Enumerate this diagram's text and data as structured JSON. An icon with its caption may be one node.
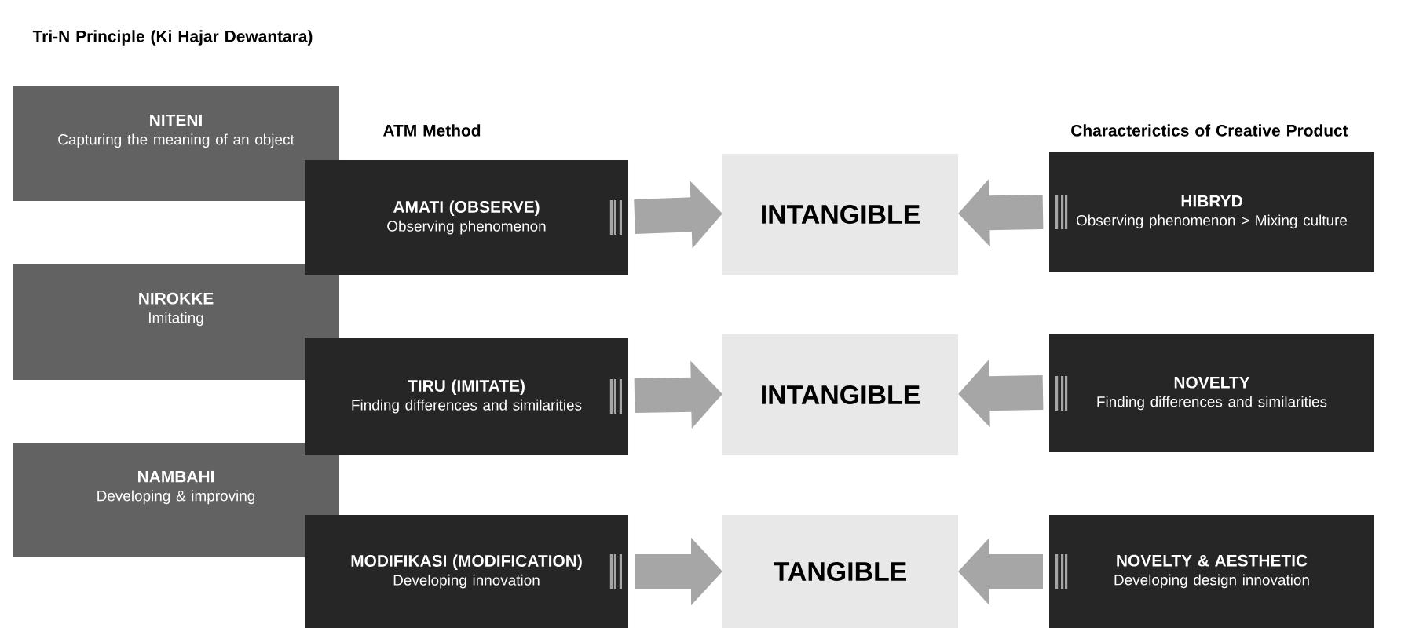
{
  "diagram": {
    "nodes": [
      {
        "text": [
          "NITENI",
          "Capturing the meaning of an object"
        ]
      },
      {
        "text": [
          "AMATI (OBSERVE)",
          "Observing phenomenon"
        ]
      },
      {
        "text": [
          "INTANGIBLE"
        ]
      },
      {
        "text": [
          "HIBRYD",
          "Observing phenomenon > Mixing culture"
        ]
      },
      {
        "text": [
          "NIROKKE",
          "Imitating"
        ]
      },
      {
        "text": [
          "TIRU (IMITATE)",
          "Finding differences and similarities"
        ]
      },
      {
        "text": [
          "INTANGIBLE"
        ]
      },
      {
        "text": [
          "NOVELTY",
          "Finding differences and similarities"
        ]
      },
      {
        "text": [
          "NAMBAHI",
          "Developing & improving"
        ]
      },
      {
        "text": [
          "MODIFIKASI (MODIFICATION)",
          "Developing innovation"
        ]
      },
      {
        "text": [
          "TANGIBLE"
        ]
      },
      {
        "text": [
          "NOVELTY & AESTHETIC",
          "Developing design innovation"
        ]
      }
    ],
    "edges": [
      {
        "from": 1,
        "to": 2,
        "arrow": "to"
      },
      {
        "from": 3,
        "to": 2,
        "arrow": "to"
      },
      {
        "from": 5,
        "to": 6,
        "arrow": "to"
      },
      {
        "from": 7,
        "to": 6,
        "arrow": "to"
      },
      {
        "from": 9,
        "to": 10,
        "arrow": "to"
      },
      {
        "from": 11,
        "to": 10,
        "arrow": "to"
      }
    ],
    "labels": [
      "Tri-N Principle (Ki Hajar Dewantara)",
      "ATM Method",
      "Characterictics of Creative Product"
    ]
  }
}
